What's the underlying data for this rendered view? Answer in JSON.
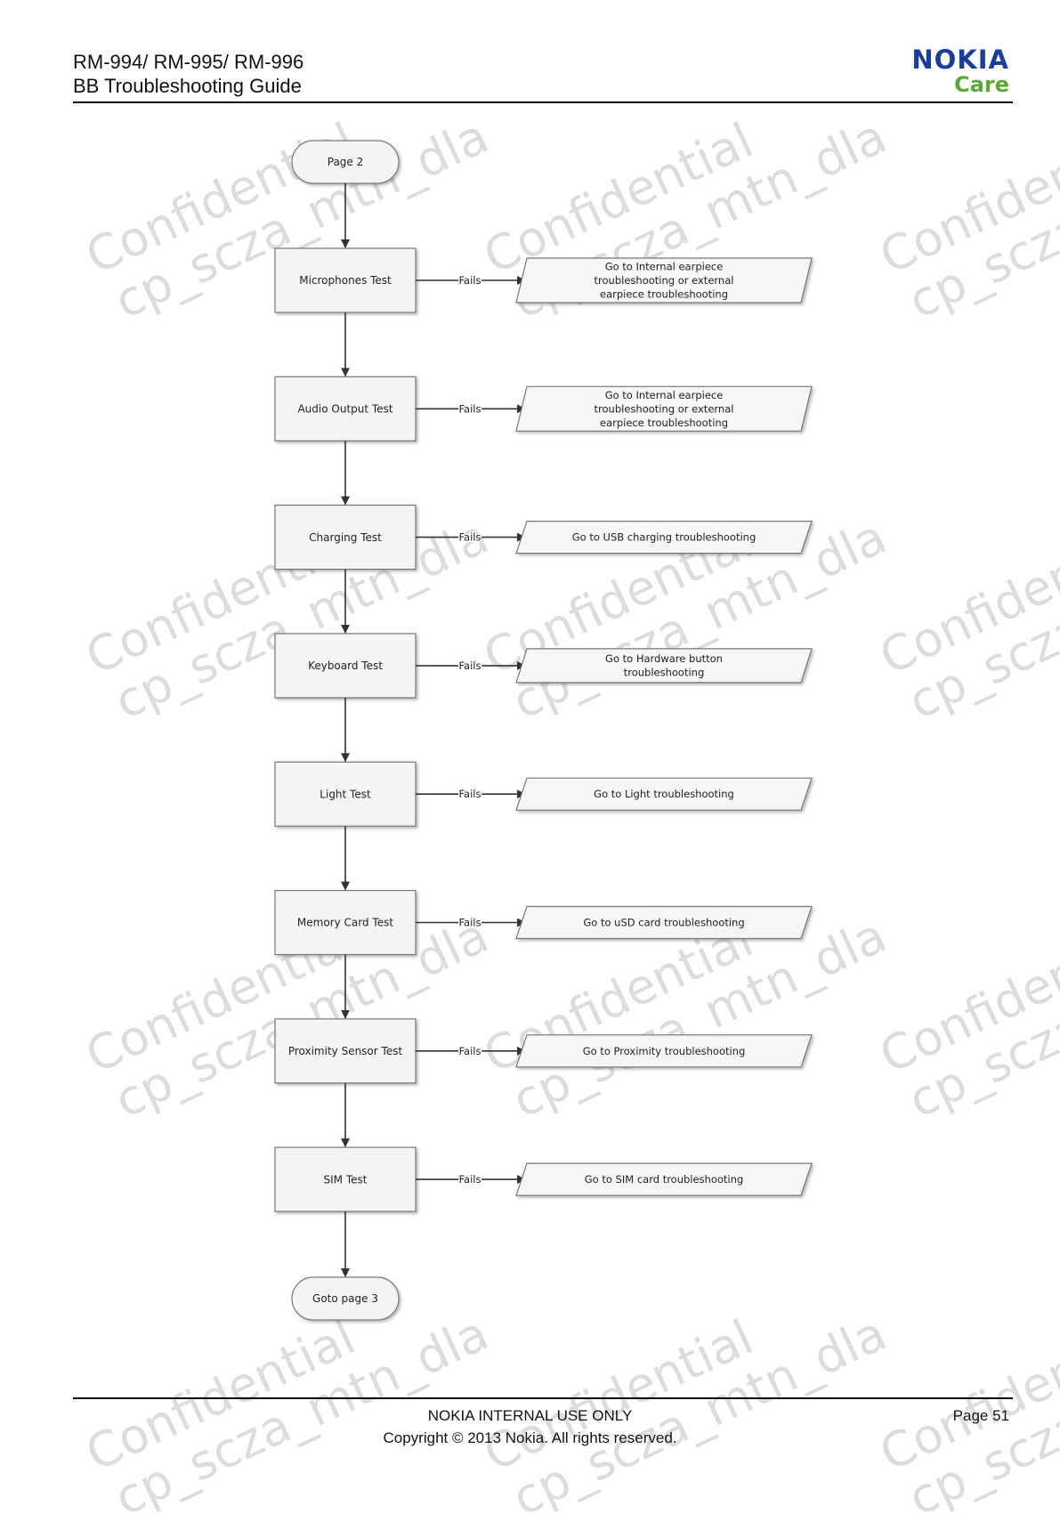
{
  "header": {
    "title_line1": "RM-994/ RM-995/ RM-996",
    "title_line2": "BB Troubleshooting Guide",
    "logo_brand": "NOKIA",
    "logo_sub": "Care"
  },
  "flowchart": {
    "start": "Page 2",
    "end": "Goto page 3",
    "fail_label": "Fails",
    "steps": [
      {
        "test": "Microphones Test",
        "action": [
          "Go to Internal earpiece",
          "troubleshooting or external",
          "earpiece troubleshooting"
        ]
      },
      {
        "test": "Audio Output Test",
        "action": [
          "Go to Internal earpiece",
          "troubleshooting or external",
          "earpiece troubleshooting"
        ]
      },
      {
        "test": "Charging Test",
        "action": [
          "Go to USB charging troubleshooting"
        ]
      },
      {
        "test": "Keyboard Test",
        "action": [
          "Go to  Hardware button",
          "troubleshooting"
        ]
      },
      {
        "test": "Light Test",
        "action": [
          "Go to Light troubleshooting"
        ]
      },
      {
        "test": "Memory Card Test",
        "action": [
          "Go to uSD card troubleshooting"
        ]
      },
      {
        "test": "Proximity Sensor Test",
        "action": [
          "Go to Proximity troubleshooting"
        ]
      },
      {
        "test": "SIM Test",
        "action": [
          "Go to SIM card troubleshooting"
        ]
      }
    ]
  },
  "watermark": {
    "line1": "Confidential",
    "line2": "cp_scza_mtn_dla"
  },
  "footer": {
    "line1": "NOKIA INTERNAL USE ONLY",
    "line2": "Copyright © 2013 Nokia. All rights reserved.",
    "page": "Page 51"
  }
}
